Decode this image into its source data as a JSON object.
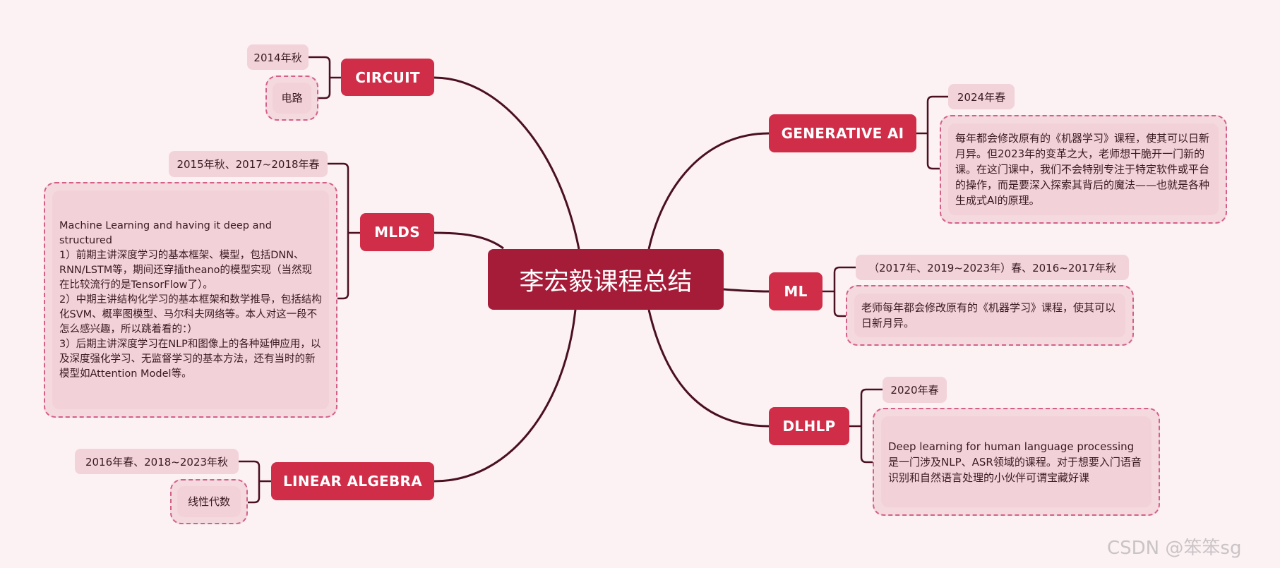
{
  "center": {
    "title": "李宏毅课程总结"
  },
  "branches": {
    "circuit": {
      "title": "CIRCUIT",
      "time": "2014年秋",
      "note": "电路"
    },
    "mlds": {
      "title": "MLDS",
      "time": "2015年秋、2017~2018年春",
      "note": "Machine Learning and having it deep and structured\n1）前期主讲深度学习的基本框架、模型，包括DNN、RNN/LSTM等，期间还穿插theano的模型实现（当然现在比较流行的是TensorFlow了）。\n2）中期主讲结构化学习的基本框架和数学推导，包括结构化SVM、概率图模型、马尔科夫网络等。本人对这一段不怎么感兴趣，所以跳着看的：）\n3）后期主讲深度学习在NLP和图像上的各种延伸应用，以及深度强化学习、无监督学习的基本方法，还有当时的新模型如Attention Model等。"
    },
    "linear_algebra": {
      "title": "LINEAR ALGEBRA",
      "time": "2016年春、2018~2023年秋",
      "note": "线性代数"
    },
    "generative_ai": {
      "title": "GENERATIVE AI",
      "time": "2024年春",
      "note": "每年都会修改原有的《机器学习》课程，使其可以日新月异。但2023年的变革之大，老师想干脆开一门新的课。在这门课中，我们不会特别专注于特定软件或平台的操作，而是要深入探索其背后的魔法——也就是各种生成式AI的原理。"
    },
    "ml": {
      "title": "ML",
      "time": "（2017年、2019~2023年）春、2016~2017年秋",
      "note": "老师每年都会修改原有的《机器学习》课程，使其可以日新月异。"
    },
    "dlhlp": {
      "title": "DLHLP",
      "time": "2020年春",
      "note": "Deep learning for human language processing\n是一门涉及NLP、ASR领域的课程。对于想要入门语音识别和自然语言处理的小伙伴可谓宝藏好课"
    }
  },
  "watermark": "CSDN @笨笨sg",
  "colors": {
    "background": "#fcf1f3",
    "center": "#a51c39",
    "topic": "#cf2d48",
    "label": "#f3d3da",
    "dashed_border": "#d4608a",
    "line": "#4a1020"
  }
}
